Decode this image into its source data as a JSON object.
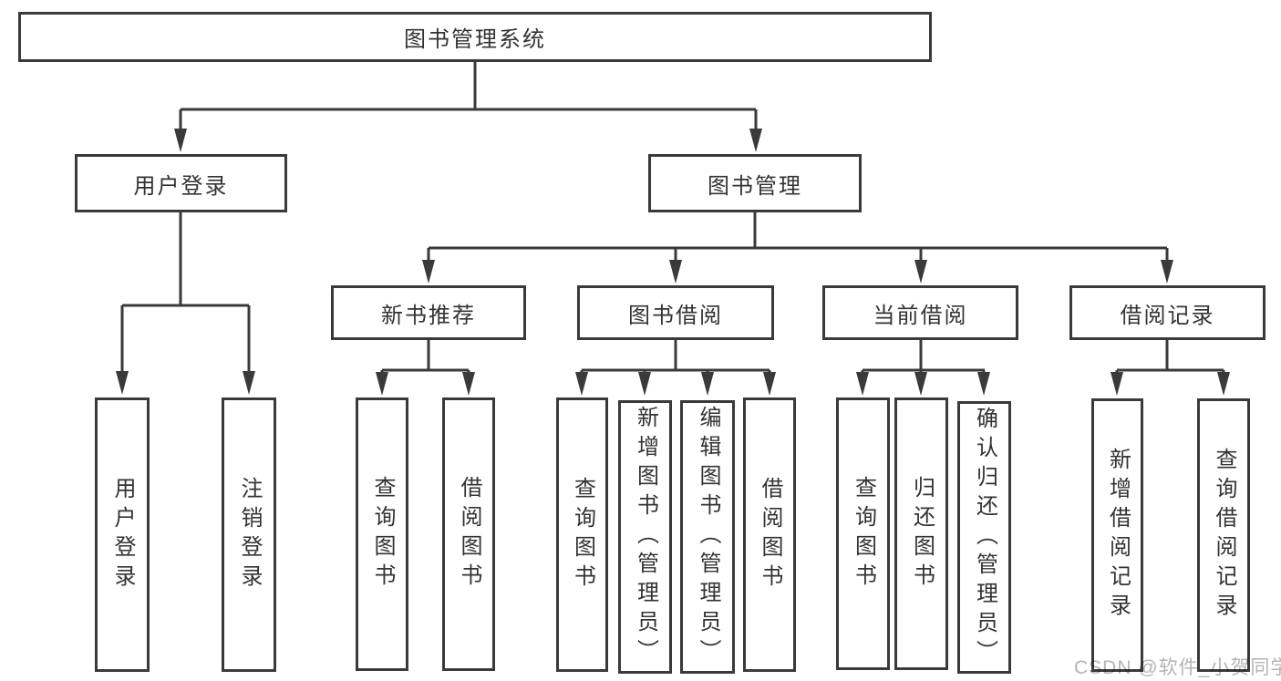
{
  "nodes": {
    "root": {
      "label": "图书管理系统"
    },
    "user_login": {
      "label": "用户登录"
    },
    "book_mgmt": {
      "label": "图书管理"
    },
    "new_book_rec": {
      "label": "新书推荐"
    },
    "book_borrow": {
      "label": "图书借阅"
    },
    "current_borrow": {
      "label": "当前借阅"
    },
    "borrow_records": {
      "label": "借阅记录"
    },
    "leaf_user_login": {
      "label": "用户登录"
    },
    "leaf_logout": {
      "label": "注销登录"
    },
    "leaf_nbr_query_book": {
      "label": "查询图书"
    },
    "leaf_nbr_borrow_book": {
      "label": "借阅图书"
    },
    "leaf_bb_query_book": {
      "label": "查询图书"
    },
    "leaf_bb_add_book": {
      "label": "新增图书（管理员）"
    },
    "leaf_bb_edit_book": {
      "label": "编辑图书（管理员）"
    },
    "leaf_bb_borrow_book": {
      "label": "借阅图书"
    },
    "leaf_cb_query_book": {
      "label": "查询图书"
    },
    "leaf_cb_return_book": {
      "label": "归还图书"
    },
    "leaf_cb_confirm_return": {
      "label": "确认归还（管理员）"
    },
    "leaf_br_add_record": {
      "label": "新增借阅记录"
    },
    "leaf_br_query_record": {
      "label": "查询借阅记录"
    }
  },
  "hierarchy": {
    "图书管理系统": {
      "用户登录": [
        "用户登录",
        "注销登录"
      ],
      "图书管理": {
        "新书推荐": [
          "查询图书",
          "借阅图书"
        ],
        "图书借阅": [
          "查询图书",
          "新增图书（管理员）",
          "编辑图书（管理员）",
          "借阅图书"
        ],
        "当前借阅": [
          "查询图书",
          "归还图书",
          "确认归还（管理员）"
        ],
        "借阅记录": [
          "新增借阅记录",
          "查询借阅记录"
        ]
      }
    }
  },
  "watermark": {
    "text": "CSDN @软件_小贺同学"
  },
  "colors": {
    "line": "#3a3a3a",
    "text": "#333333",
    "background": "#ffffff",
    "watermark": "#b5b5b5"
  }
}
